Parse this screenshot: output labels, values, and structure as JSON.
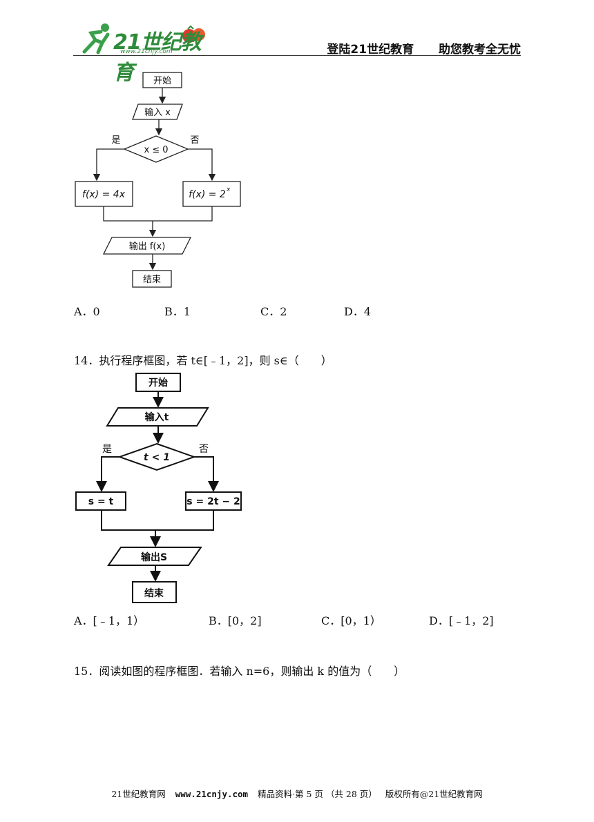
{
  "header": {
    "logo_brand": "21世纪教育",
    "logo_url": "www.21cnjy.com",
    "slogan_left": "登陆21世纪教育",
    "slogan_right": "助您教考全无忧"
  },
  "flowchart1": {
    "start": "开始",
    "input": "输入 x",
    "condition": "x ≤ 0",
    "yes": "是",
    "no": "否",
    "yes_branch": "f(x) = 4x",
    "no_branch_base": "f(x) = 2",
    "no_branch_exp": "x",
    "output": "输出 f(x)",
    "end": "结束"
  },
  "q13": {
    "choices": [
      "A．0",
      "B．1",
      "C．2",
      "D．4"
    ]
  },
  "q14": {
    "text": "14．执行程序框图，若 t∈[﹣1，2]，则 s∈（　　）",
    "flow": {
      "start": "开始",
      "input": "输入t",
      "condition": "t < 1",
      "yes": "是",
      "no": "否",
      "yes_branch": "s = t",
      "no_branch": "s = 2t − 2",
      "output": "输出S",
      "end": "结束"
    },
    "choices": [
      "A．[﹣1，1）",
      "B．[0，2]",
      "C．[0，1）",
      "D．[﹣1，2]"
    ]
  },
  "q15": {
    "text": "15．阅读如图的程序框图．若输入 n=6，则输出 k 的值为（　　）"
  },
  "footer": {
    "left": "21世纪教育网",
    "url": "www.21cnjy.com",
    "middle": "精品资料·第 5 页 （共 28 页）",
    "right": "版权所有@21世纪教育网"
  }
}
